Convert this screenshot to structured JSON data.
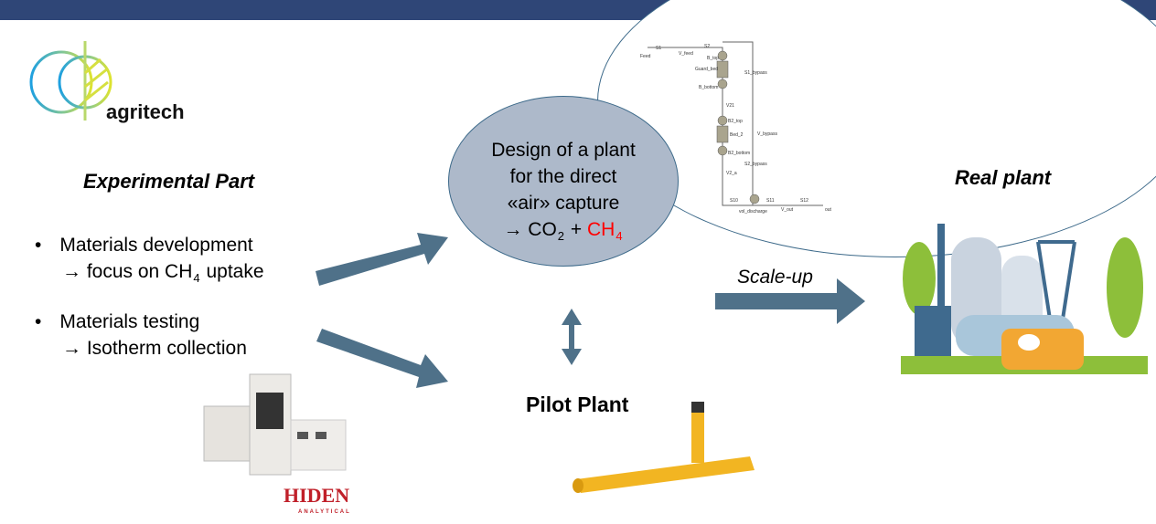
{
  "logo": {
    "text": "agritech"
  },
  "experimental": {
    "title": "Experimental Part",
    "bullets": [
      {
        "line1": "Materials development",
        "line2_pre": "→ focus on CH",
        "line2_sub": "4",
        "line2_post": " uptake"
      },
      {
        "line1": "Materials testing",
        "line2_pre": "→ Isotherm collection",
        "line2_sub": "",
        "line2_post": ""
      }
    ],
    "bullet_char": "•",
    "instrument_brand": "HIDEN",
    "instrument_brand_sub": "ANALYTICAL"
  },
  "design": {
    "line1": "Design of a plant",
    "line2": "for the direct",
    "line3": "«air» capture",
    "line4_pre": "→ CO",
    "line4_sub": "2",
    "line4_mid": " + ",
    "line4_red": "CH",
    "line4_red_sub": "4",
    "red": "#FF0000"
  },
  "flowsheet": {
    "labels": [
      "Feed",
      "S1",
      "V_feed",
      "S2",
      "B_top",
      "Guard_bed",
      "B_bottom",
      "V21",
      "B2_top",
      "Bed_2",
      "B2_bottom",
      "V2_a",
      "S1_bypass",
      "V_bypass",
      "S2_bypass",
      "S10",
      "vol_discharge",
      "S11",
      "V_out",
      "S12",
      "out"
    ]
  },
  "pilot": {
    "title": "Pilot Plant"
  },
  "scaleup": {
    "label": "Scale-up"
  },
  "real": {
    "title": "Real plant"
  },
  "colors": {
    "header": "#2F4677",
    "arrow": "#4F7189",
    "ellipse": "#ADB9CA"
  }
}
